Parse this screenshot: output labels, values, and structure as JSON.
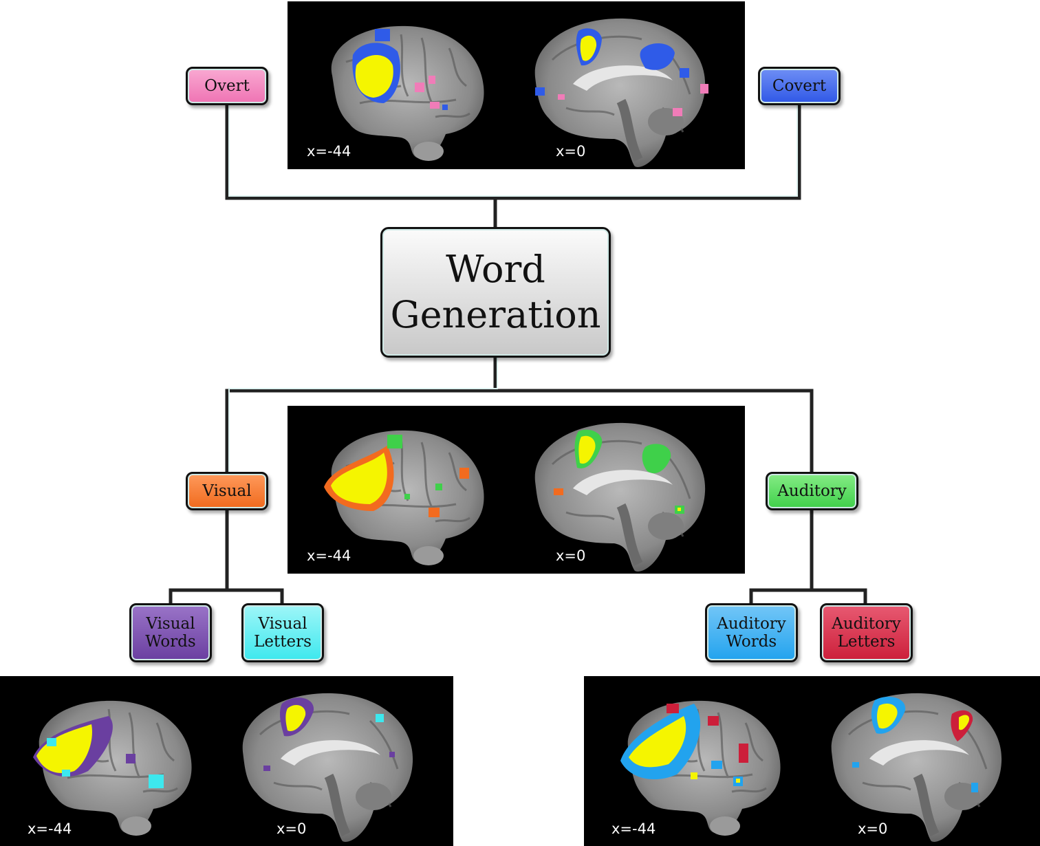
{
  "center": {
    "line1": "Word",
    "line2": "Generation"
  },
  "boxes": {
    "overt": "Overt",
    "covert": "Covert",
    "visual": "Visual",
    "auditory": "Auditory",
    "visual_words": {
      "line1": "Visual",
      "line2": "Words"
    },
    "visual_letters": {
      "line1": "Visual",
      "line2": "Letters"
    },
    "auditory_words": {
      "line1": "Auditory",
      "line2": "Words"
    },
    "auditory_letters": {
      "line1": "Auditory",
      "line2": "Letters"
    }
  },
  "coords": {
    "lateral": "x=-44",
    "medial": "x=0"
  },
  "colors": {
    "overt": "#f07cb8",
    "covert": "#2f5be8",
    "visual": "#f26b1f",
    "auditory": "#3fd04a",
    "visual_words": "#6a3fa0",
    "visual_letters": "#3de8ee",
    "auditory_words": "#22a3ee",
    "auditory_letters": "#cc1f3a",
    "overlap": "#f5f500"
  }
}
